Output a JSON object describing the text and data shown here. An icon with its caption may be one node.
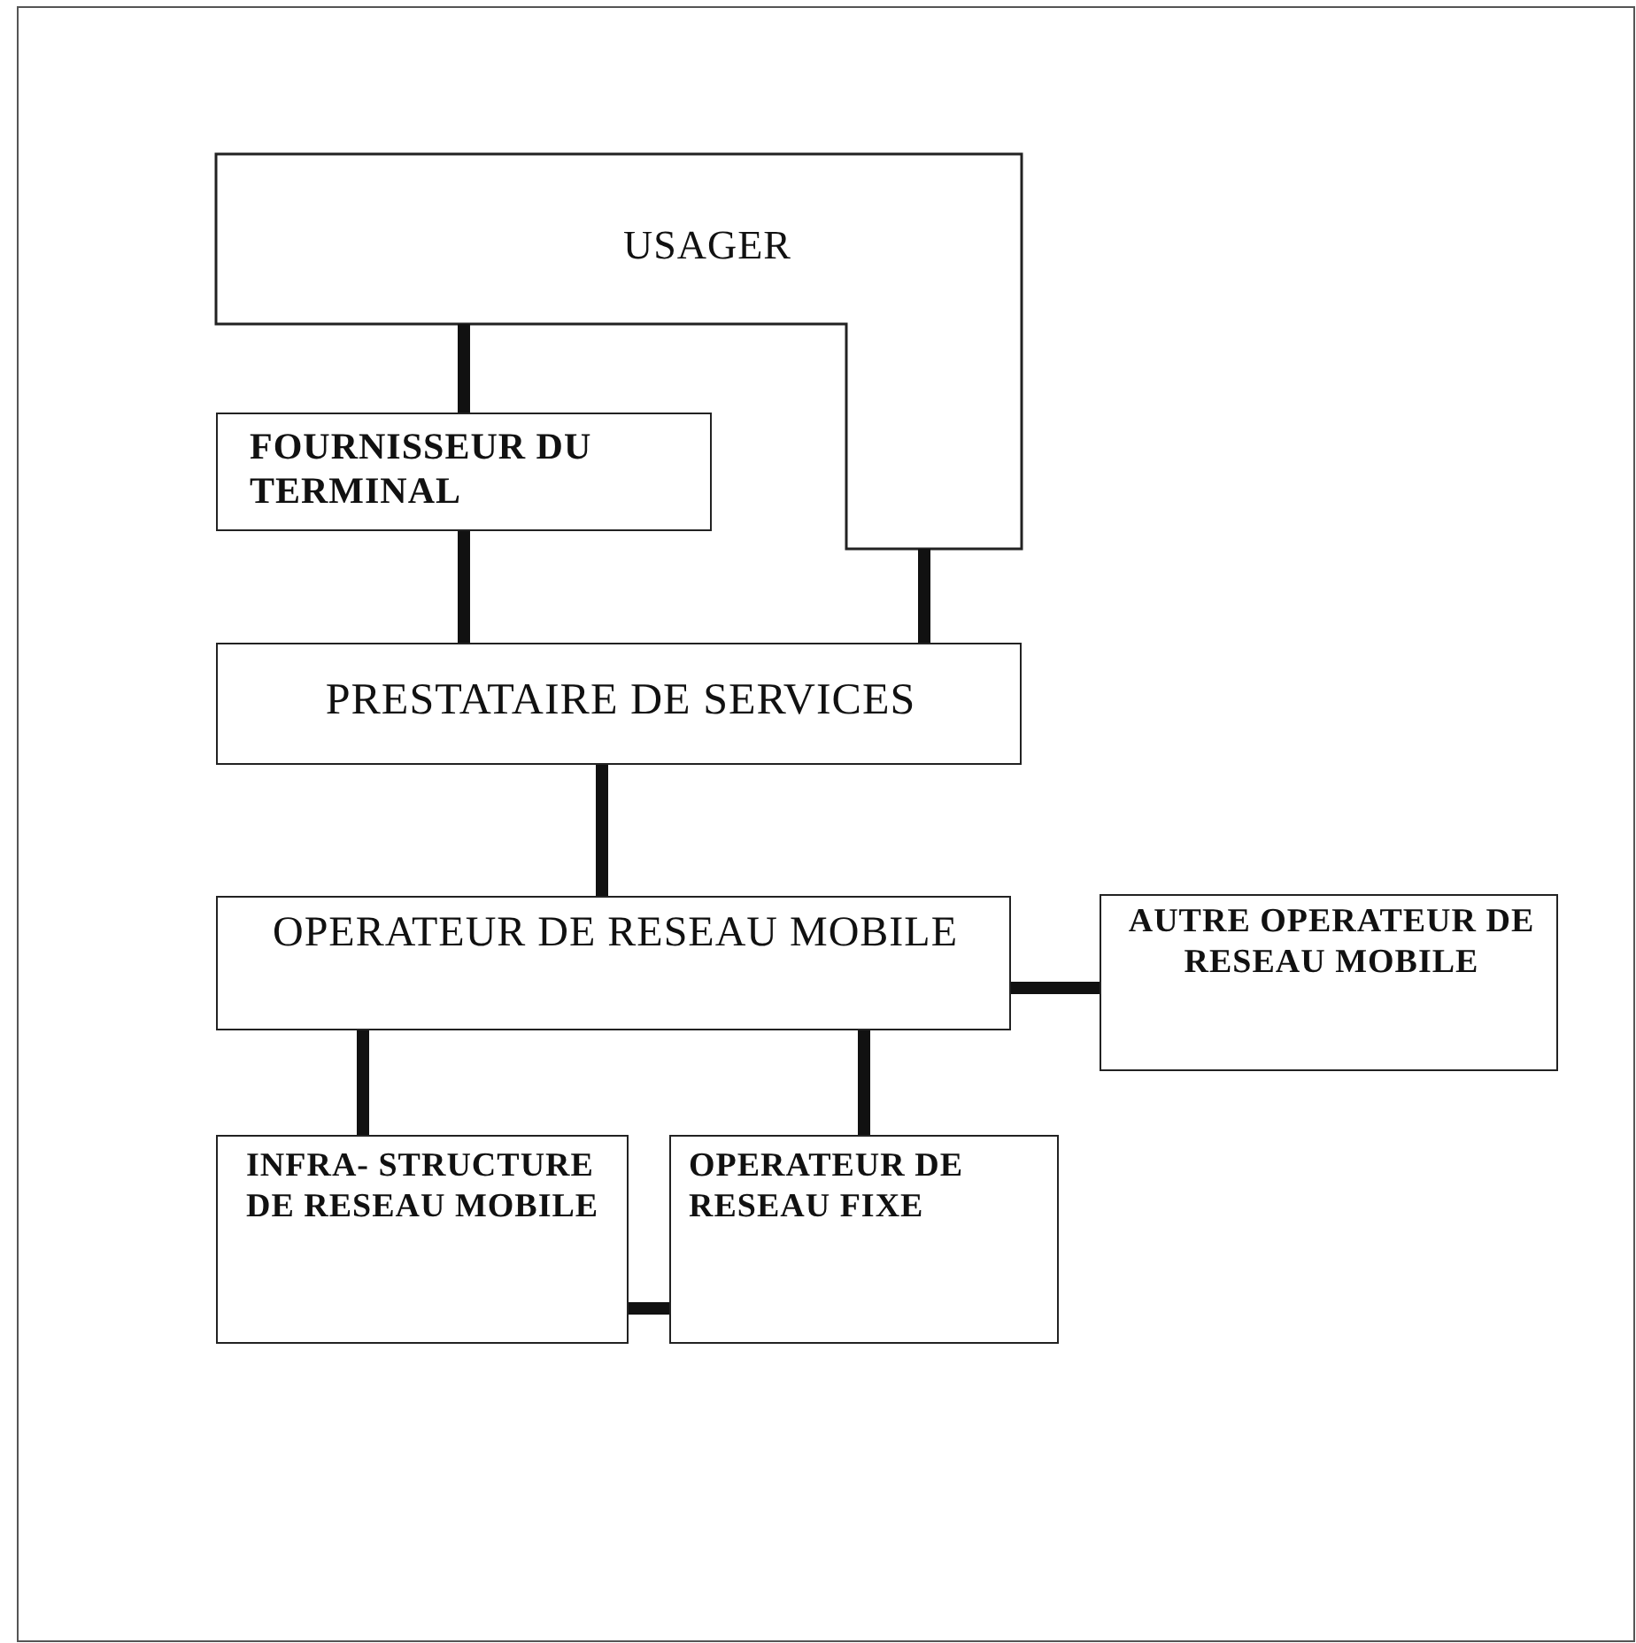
{
  "diagram": {
    "nodes": [
      {
        "text": [
          "USAGER"
        ]
      },
      {
        "text": [
          "FOURNISSEUR DU TERMINAL"
        ]
      },
      {
        "text": [
          "PRESTATAIRE DE SERVICES"
        ]
      },
      {
        "text": [
          "OPERATEUR DE RESEAU MOBILE"
        ]
      },
      {
        "text": [
          "AUTRE OPERATEUR DE RESEAU MOBILE"
        ]
      },
      {
        "text": [
          "INFRA- STRUCTURE DE RESEAU MOBILE"
        ]
      },
      {
        "text": [
          "OPERATEUR DE RESEAU FIXE"
        ]
      }
    ],
    "edges": [
      {
        "from": 0,
        "to": 1,
        "arrow": "none"
      },
      {
        "from": 1,
        "to": 2,
        "arrow": "none"
      },
      {
        "from": 0,
        "to": 2,
        "arrow": "none"
      },
      {
        "from": 2,
        "to": 3,
        "arrow": "none"
      },
      {
        "from": 3,
        "to": 4,
        "arrow": "none"
      },
      {
        "from": 3,
        "to": 5,
        "arrow": "none"
      },
      {
        "from": 3,
        "to": 6,
        "arrow": "none"
      },
      {
        "from": 5,
        "to": 6,
        "arrow": "none"
      }
    ]
  }
}
